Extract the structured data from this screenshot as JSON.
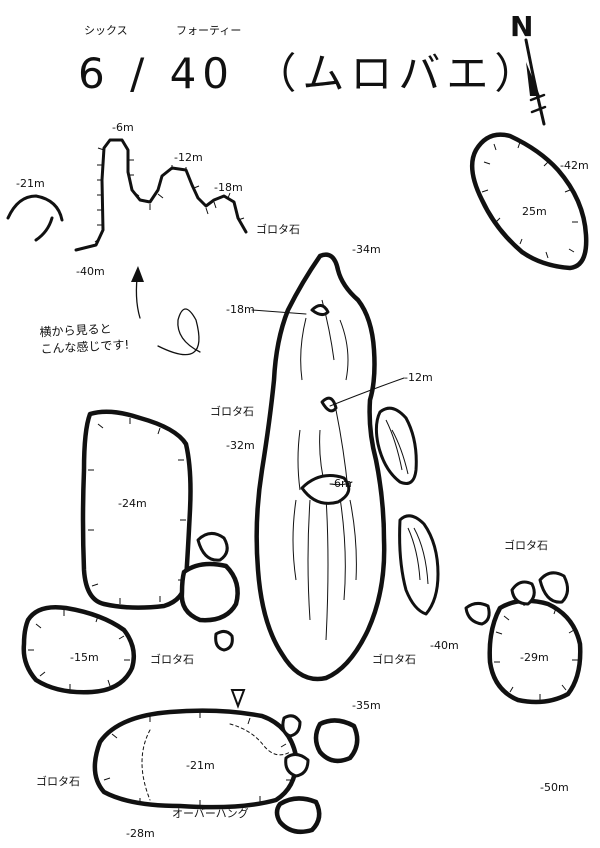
{
  "title": {
    "main": "6 / 40 （ムロバエ）",
    "ruby_six": "シックス",
    "ruby_forty": "フォーティー"
  },
  "compass": {
    "label": "N"
  },
  "side_profile": {
    "depth_left": "-21m",
    "depth_top1": "-6m",
    "depth_top2": "-12m",
    "depth_top3": "-18m",
    "depth_bottom": "-40m",
    "boulders": "ゴロタ石"
  },
  "note": {
    "line1": "横から見ると",
    "line2": "こんな感じです!"
  },
  "labels": {
    "rock_ne_depth": "-42m",
    "rock_ne_top": "25m",
    "depth_34": "-34m",
    "depth_18": "-18m",
    "depth_12": "-12m",
    "depth_6": "-6m",
    "depth_32": "-32m",
    "boulders_left": "ゴロタ石",
    "rock_left_top": "-24m",
    "boulders_right_top": "ゴロタ石",
    "rock_right_top": "-29m",
    "depth_40": "-40m",
    "boulders_center": "ゴロタ石",
    "rock_left_mid_top": "-15m",
    "boulders_left_mid": "ゴロタ石",
    "depth_35": "-35m",
    "rock_bottom_top": "-21m",
    "overhang": "オーバーハング",
    "boulders_bottom_left": "ゴロタ石",
    "depth_28": "-28m",
    "depth_50": "-50m"
  }
}
